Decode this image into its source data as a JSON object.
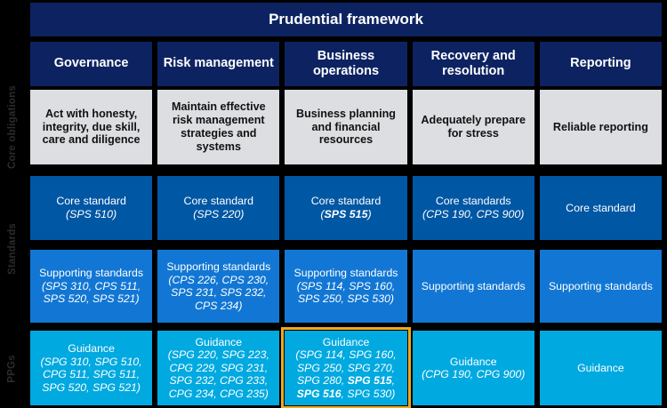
{
  "title": "Prudential framework",
  "colors": {
    "banner": "#0d2361",
    "header": "#0d2361",
    "core_obligation": "#dcdee1",
    "core_standard": "#0057a4",
    "supporting_standard": "#1277d4",
    "guidance": "#00a9e0",
    "highlight_border": "#f0a81e",
    "background": "#000000"
  },
  "side_labels": [
    {
      "label": "Core obligations"
    },
    {
      "label": "Standards"
    },
    {
      "label": "PPGs"
    }
  ],
  "columns": [
    {
      "header": "Governance"
    },
    {
      "header": "Risk management"
    },
    {
      "header": "Business operations"
    },
    {
      "header": "Recovery and resolution"
    },
    {
      "header": "Reporting"
    }
  ],
  "rows": {
    "core_obligations": [
      "Act with honesty, integrity, due skill, care and diligence",
      "Maintain effective risk management strategies and systems",
      "Business planning and financial resources",
      "Adequately prepare for stress",
      "Reliable reporting"
    ],
    "core_standards": [
      {
        "label": "Core standard",
        "refs": "(SPS 510)",
        "bold_refs": []
      },
      {
        "label": "Core standard",
        "refs": "(SPS 220)",
        "bold_refs": []
      },
      {
        "label": "Core standard",
        "refs": "(SPS 515)",
        "bold_refs": [
          "SPS 515"
        ]
      },
      {
        "label": "Core standards",
        "refs": "(CPS 190, CPS 900)",
        "bold_refs": []
      },
      {
        "label": "Core standard",
        "refs": "",
        "bold_refs": []
      }
    ],
    "supporting_standards": [
      {
        "label": "Supporting standards",
        "refs": "(SPS 310, CPS 511, SPS 520, SPS 521)",
        "bold_refs": []
      },
      {
        "label": "Supporting standards",
        "refs": "(CPS 226, CPS 230, SPS 231, SPS 232, CPS 234)",
        "bold_refs": []
      },
      {
        "label": "Supporting standards",
        "refs": "(SPS 114, SPS 160, SPS 250, SPS 530)",
        "bold_refs": []
      },
      {
        "label": "Supporting standards",
        "refs": "",
        "bold_refs": []
      },
      {
        "label": "Supporting standards",
        "refs": "",
        "bold_refs": []
      }
    ],
    "guidance": [
      {
        "label": "Guidance",
        "refs": "(SPG 310, SPG 510, CPG 511, SPG 511, SPG 520, SPG 521)",
        "bold_refs": [],
        "highlighted": false
      },
      {
        "label": "Guidance",
        "refs": "(SPG 220, SPG 223, CPG 229, SPG 231, SPG 232, CPG 233, CPG 234, CPG 235)",
        "bold_refs": [],
        "highlighted": false
      },
      {
        "label": "Guidance",
        "refs": "(SPG 114, SPG 160, SPG 250, SPG 270, SPG 280, SPG 515, SPG 516, SPG 530)",
        "bold_refs": [
          "SPG 515",
          "SPG 516"
        ],
        "highlighted": true
      },
      {
        "label": "Guidance",
        "refs": "(CPG 190, CPG 900)",
        "bold_refs": [],
        "highlighted": false
      },
      {
        "label": "Guidance",
        "refs": "",
        "bold_refs": [],
        "highlighted": false
      }
    ]
  }
}
